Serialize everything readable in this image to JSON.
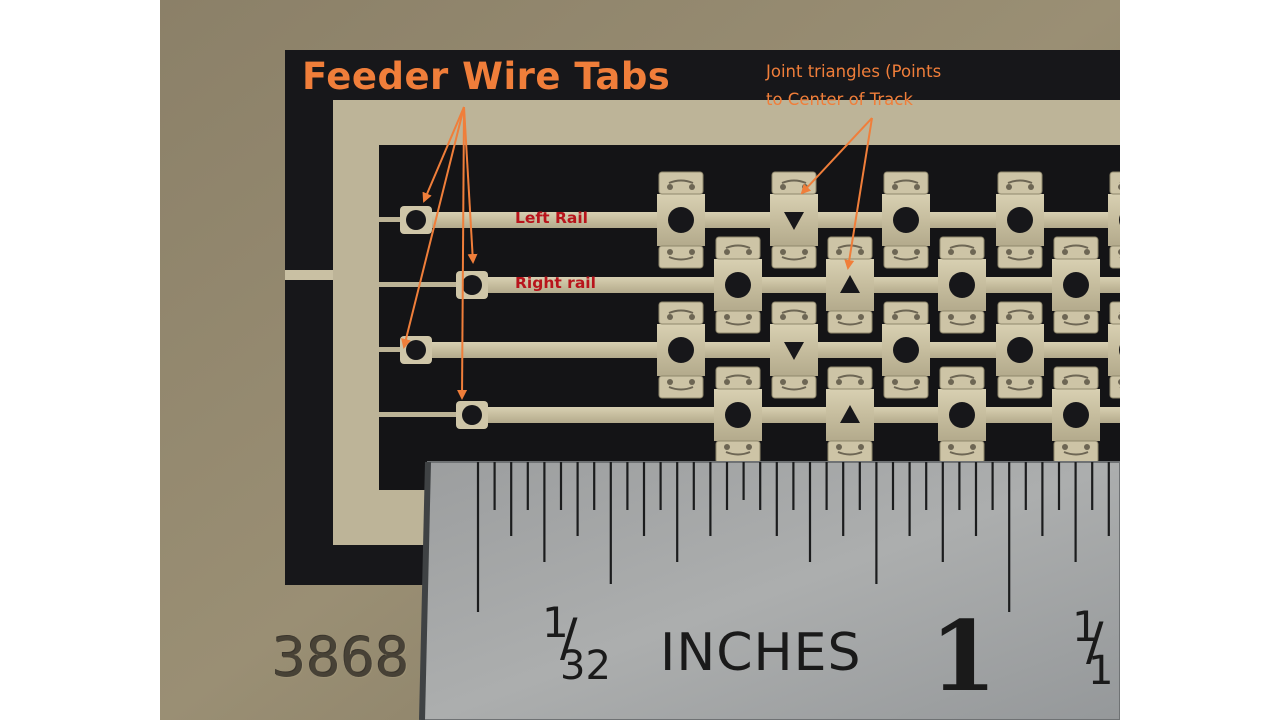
{
  "annotations": {
    "feeder_title": "Feeder Wire Tabs",
    "joint_note_line1": "Joint triangles (Points",
    "joint_note_line2": "to Center of Track",
    "left_rail": "Left Rail",
    "right_rail": "Right rail"
  },
  "part_number": "3868",
  "ruler": {
    "fraction_num": "1",
    "fraction_den": "32",
    "unit_label": "INCHES",
    "inch_number": "1",
    "fraction2_num": "1",
    "fraction2_den": "1"
  },
  "colors": {
    "annotation_orange": "#f07e3a",
    "rail_label_red": "#b8141c",
    "brass": "#cbc2a4",
    "etched_background": "#17171a",
    "ruler_steel": "#a2a4a4",
    "outer_fret": "#958a70"
  },
  "icons": {
    "joint_triangle_up": "triangle-up-icon",
    "joint_triangle_down": "triangle-down-icon",
    "feeder_hole": "circle-icon"
  }
}
